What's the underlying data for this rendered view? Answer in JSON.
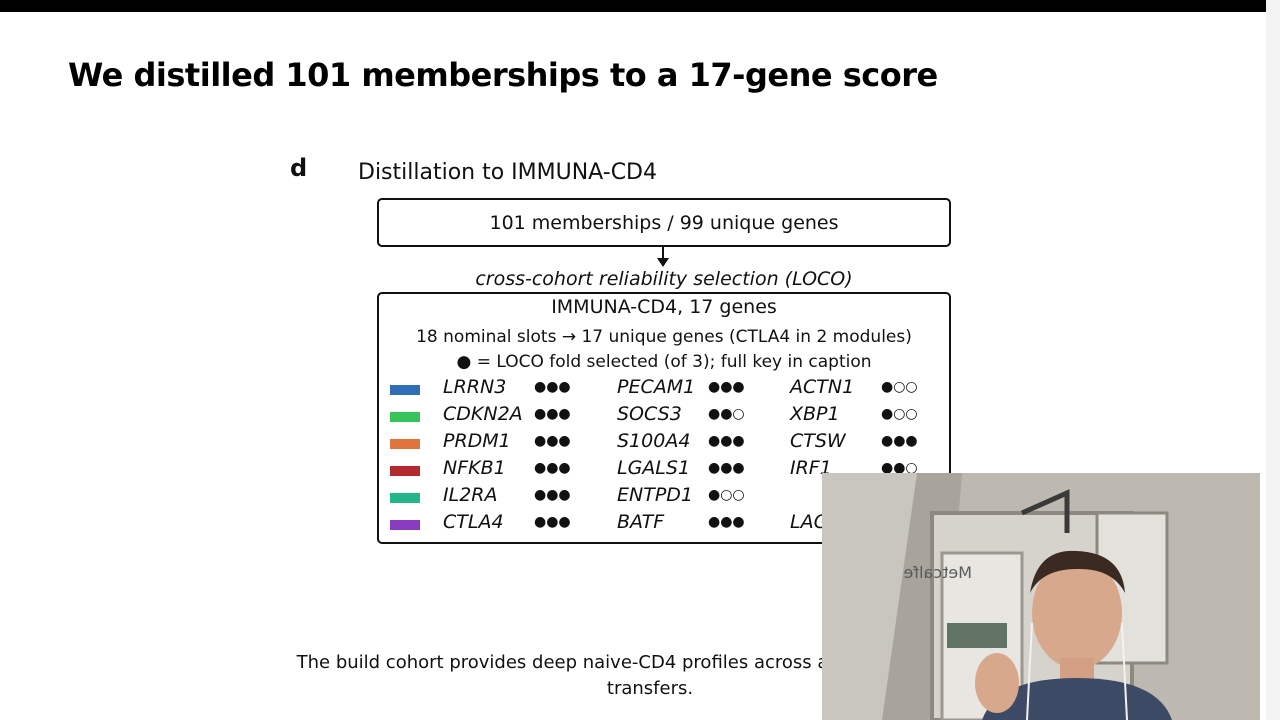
{
  "slide": {
    "title": "We distilled 101 memberships to a 17-gene score",
    "caption": "The build cohort provides deep naive-CD4 profiles across ages 40–89; IHA and",
    "caption_line2": "transfers."
  },
  "figure": {
    "panel_letter": "d",
    "title": "Distillation to IMMUNA-CD4",
    "input_box": "101 memberships / 99 unique genes",
    "selection_step": "cross-cohort reliability selection (LOCO)",
    "result_box": {
      "title": "IMMUNA-CD4, 17 genes",
      "line1": "18 nominal slots → 17 unique genes (CTLA4 in 2 modules)",
      "line2": "● = LOCO fold selected (of 3); full key in caption"
    },
    "rows": [
      {
        "color": "#2f6db5",
        "genes": [
          {
            "name": "LRRN3",
            "dots": "●●●"
          },
          {
            "name": "PECAM1",
            "dots": "●●●"
          },
          {
            "name": "ACTN1",
            "dots": "●○○"
          }
        ]
      },
      {
        "color": "#35c35a",
        "genes": [
          {
            "name": "CDKN2A",
            "dots": "●●●"
          },
          {
            "name": "SOCS3",
            "dots": "●●○"
          },
          {
            "name": "XBP1",
            "dots": "●○○"
          }
        ]
      },
      {
        "color": "#e0743f",
        "genes": [
          {
            "name": "PRDM1",
            "dots": "●●●"
          },
          {
            "name": "S100A4",
            "dots": "●●●"
          },
          {
            "name": "CTSW",
            "dots": "●●●"
          }
        ]
      },
      {
        "color": "#b32a2e",
        "genes": [
          {
            "name": "NFKB1",
            "dots": "●●●"
          },
          {
            "name": "LGALS1",
            "dots": "●●●"
          },
          {
            "name": "IRF1",
            "dots": "●●○"
          }
        ]
      },
      {
        "color": "#24b68a",
        "genes": [
          {
            "name": "IL2RA",
            "dots": "●●●"
          },
          {
            "name": "ENTPD1",
            "dots": "●○○"
          },
          {
            "name": "",
            "dots": ""
          }
        ]
      },
      {
        "color": "#8a3cc0",
        "genes": [
          {
            "name": "CTLA4",
            "dots": "●●●"
          },
          {
            "name": "BATF",
            "dots": "●●●"
          },
          {
            "name": "LAG",
            "dots": ""
          }
        ]
      }
    ]
  },
  "webcam": {
    "sign_text": "Metcalfe"
  }
}
